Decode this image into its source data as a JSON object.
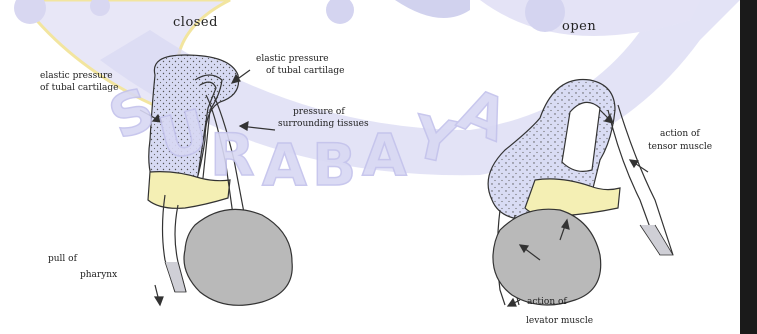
{
  "watermark": {
    "text": "SURABAYA",
    "fill_color": "#d8d8f3",
    "outline_color": "#c9c8ee",
    "accent_color": "#f0e8a3"
  },
  "colors": {
    "cartilage_dots": "#d7daf3",
    "fat_yellow": "#f4efb4",
    "muscle_gray": "#b9b9b9",
    "ink": "#333333",
    "side_bar": "#1a1a1a"
  },
  "diagram_closed": {
    "title": "closed",
    "labels": {
      "elastic_left": [
        "elastic pressure",
        "of tubal cartilage"
      ],
      "elastic_top": [
        "elastic pressure",
        "of tubal cartilage"
      ],
      "surrounding": [
        "pressure of",
        "surrounding tissues"
      ],
      "pull": [
        "pull of",
        "pharynx"
      ]
    }
  },
  "diagram_open": {
    "title": "open",
    "labels": {
      "tensor": [
        "action of",
        "tensor muscle"
      ],
      "levator": [
        "action of",
        "levator muscle"
      ]
    }
  }
}
